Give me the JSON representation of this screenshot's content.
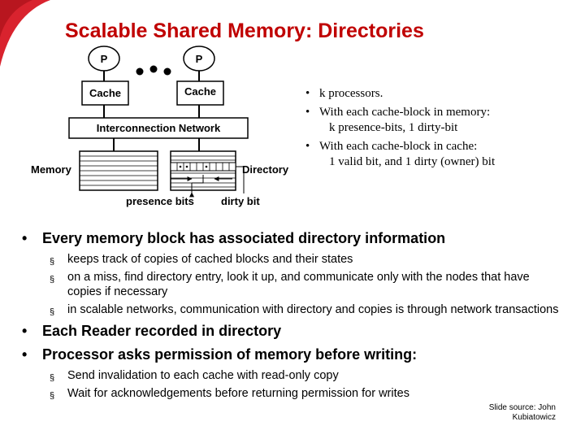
{
  "title": "Scalable Shared Memory: Directories",
  "diagram": {
    "processor_label": "P",
    "cache_label": "Cache",
    "network_label": "Interconnection Network",
    "memory_label": "Memory",
    "directory_label": "Directory",
    "presence_bits_label": "presence bits",
    "dirty_bit_label": "dirty bit"
  },
  "side_list": {
    "bullet": "•",
    "items": [
      {
        "line1": "k processors.",
        "line2": ""
      },
      {
        "line1": "With each cache-block in memory:",
        "line2": "k presence-bits, 1 dirty-bit"
      },
      {
        "line1": "With each cache-block in cache:",
        "line2": "1 valid bit, and 1 dirty (owner) bit"
      }
    ]
  },
  "main_list": {
    "bullet": "•",
    "sub_bullet": "§",
    "items": [
      {
        "text": "Every memory block has associated directory information",
        "subitems": [
          "keeps track of copies of cached blocks and their states",
          "on a miss, find directory entry, look it up, and communicate only with the nodes that have copies if necessary",
          "in scalable networks, communication with directory and copies is through network transactions"
        ]
      },
      {
        "text": "Each Reader recorded in directory",
        "subitems": []
      },
      {
        "text": "Processor asks permission of memory before writing:",
        "subitems": [
          "Send invalidation to each cache with read-only copy",
          "Wait for acknowledgements before returning permission for writes"
        ]
      }
    ]
  },
  "source": {
    "line1": "Slide source: John",
    "line2": "Kubiatowicz"
  },
  "colors": {
    "title": "#c00000",
    "corner": "#d9232e"
  }
}
